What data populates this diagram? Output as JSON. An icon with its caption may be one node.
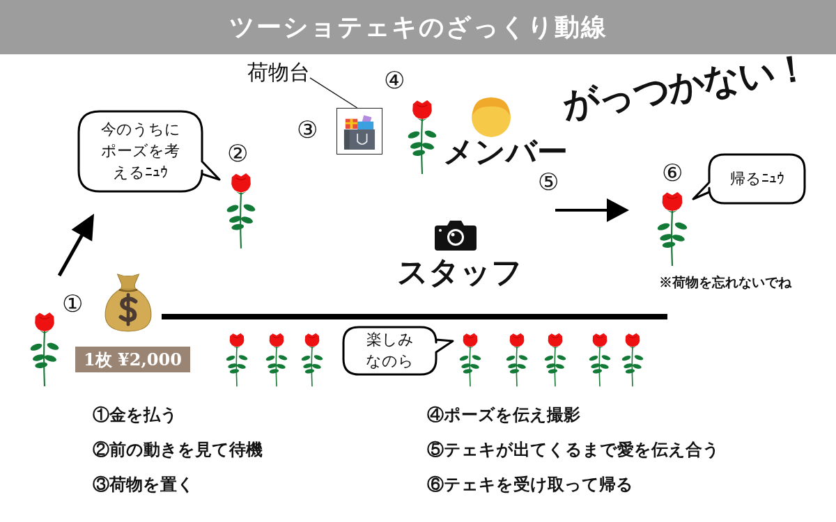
{
  "diagram": {
    "title": "ツーショテェキのざっくり動線",
    "nodes": [
      {
        "text": [
          "荷物台"
        ]
      },
      {
        "text": [],
        "shape": "picture"
      },
      {
        "text": [
          "今のうちにポーズを考えるﾆｭｳ"
        ]
      },
      {
        "text": [
          "帰るﾆｭｳ"
        ]
      },
      {
        "text": [
          "1枚 ¥2,000"
        ]
      },
      {
        "text": [
          "楽しみなのら"
        ]
      }
    ],
    "edges": [
      {
        "from": 0,
        "to": 1,
        "arrow": "none"
      }
    ],
    "labels": [
      "④",
      "がっつかない！",
      "③",
      "②",
      "メンバー",
      "⑤",
      "⑥",
      "スタッフ",
      "※荷物を忘れないでね",
      "①",
      "①金を払う",
      "④ポーズを伝え撮影",
      "②前の動きを見て待機",
      "⑤テェキが出てくるまで愛を伝え合う",
      "③荷物を置く",
      "⑥テェキを受け取って帰る"
    ]
  }
}
